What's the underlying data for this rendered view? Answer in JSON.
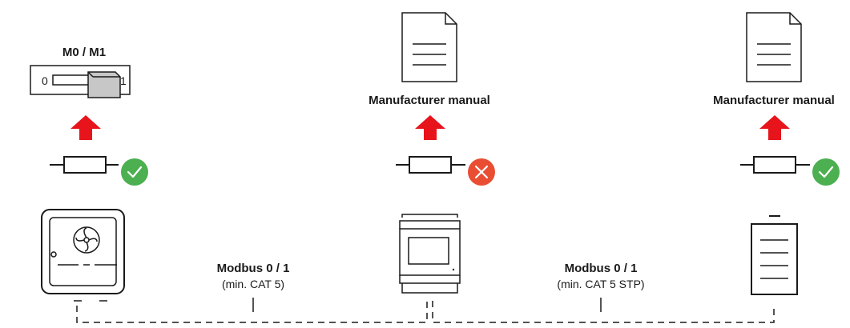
{
  "switch": {
    "title": "M0 / M1",
    "left_label": "0",
    "right_label": "1"
  },
  "manual_label_1": "Manufacturer manual",
  "manual_label_2": "Manufacturer manual",
  "link_1": {
    "title": "Modbus 0 / 1",
    "note": "(min. CAT 5)"
  },
  "link_2": {
    "title": "Modbus 0 / 1",
    "note": "(min. CAT 5 STP)"
  },
  "status": {
    "left": "check",
    "middle": "cross",
    "right": "check"
  },
  "colors": {
    "arrow": "#e8141b",
    "ok": "#4caf50",
    "error": "#e94e33",
    "line": "#1a1a1a",
    "switch_grey": "#c7c7c7"
  }
}
